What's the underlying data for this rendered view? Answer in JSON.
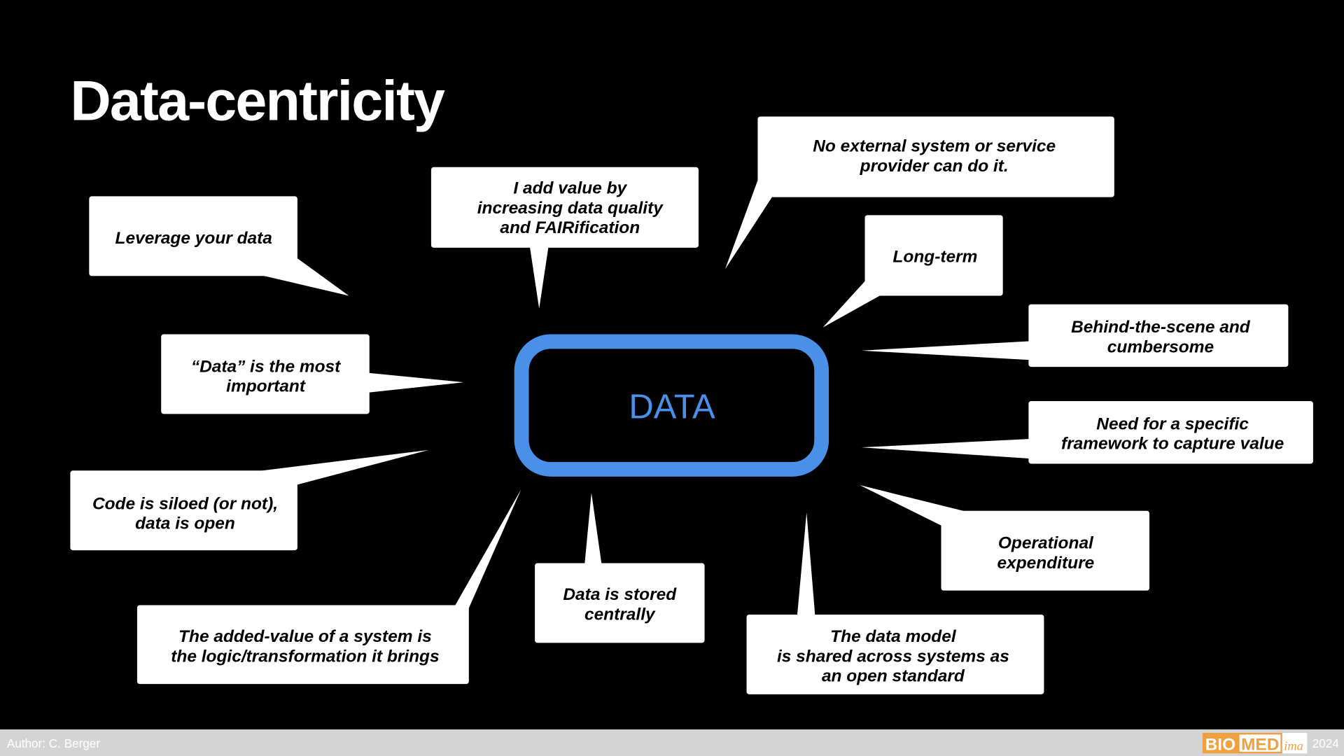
{
  "title": "Data-centricity",
  "center": {
    "label": "DATA",
    "color": "#4a90e8"
  },
  "callouts": [
    {
      "lines": [
        "Leverage your data"
      ]
    },
    {
      "lines": [
        "I add value by",
        "increasing data quality",
        "and FAIRification"
      ]
    },
    {
      "lines": [
        "No external system or service",
        "provider can do it."
      ]
    },
    {
      "lines": [
        "Long-term"
      ]
    },
    {
      "lines": [
        "Behind-the-scene and",
        "cumbersome"
      ]
    },
    {
      "lines": [
        "Need for a specific",
        "framework to capture value"
      ]
    },
    {
      "lines": [
        "Operational",
        "expenditure"
      ]
    },
    {
      "lines": [
        "The data model",
        "is shared across systems as",
        "an open standard"
      ]
    },
    {
      "lines": [
        "Data is stored",
        "centrally"
      ]
    },
    {
      "lines": [
        "The added-value of a system is",
        "the logic/transformation it brings"
      ]
    },
    {
      "lines": [
        "Code is siloed (or not),",
        "data is open"
      ]
    },
    {
      "lines": [
        "“Data” is the most",
        "important"
      ]
    }
  ],
  "footer": {
    "author": "Author: C. Berger",
    "logo": {
      "bio": "BIO",
      "med": "MED",
      "ima": "ima"
    },
    "year": "2024",
    "logo_color": "#f0a040"
  }
}
